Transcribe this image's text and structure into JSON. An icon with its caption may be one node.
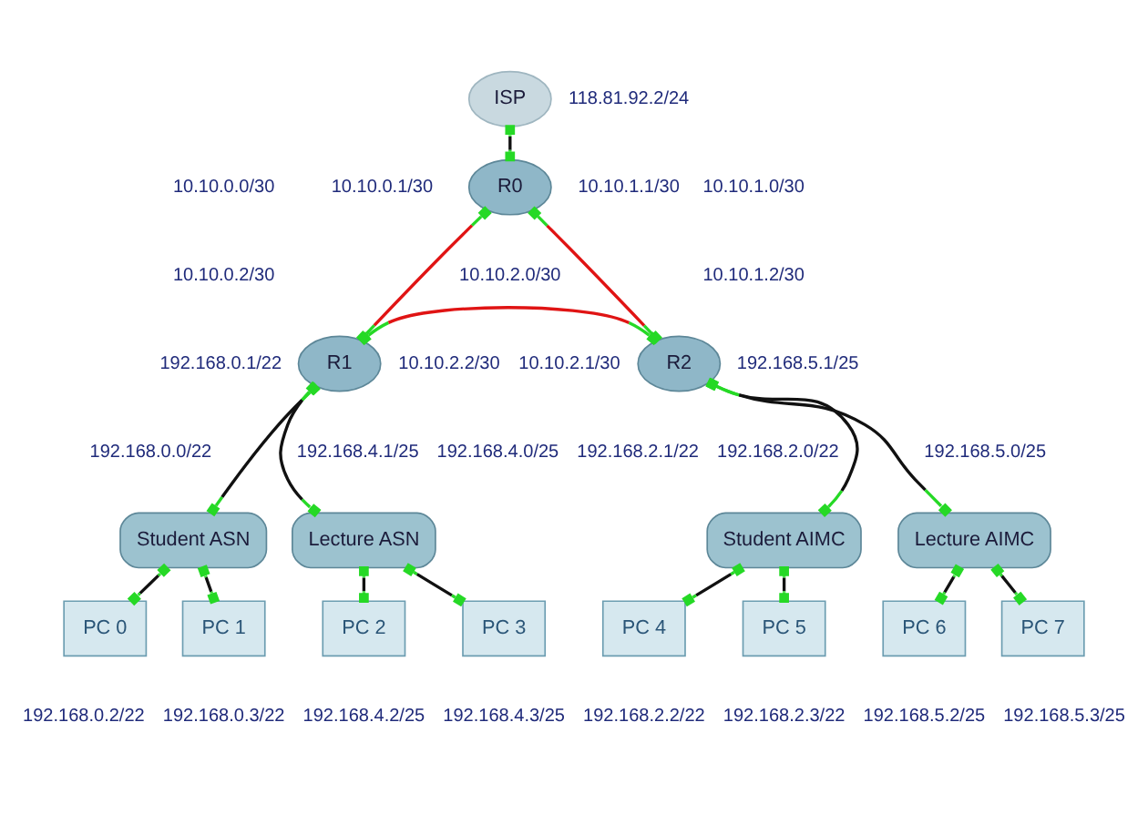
{
  "diagram": {
    "nodes": [
      {
        "text": [
          "ISP"
        ]
      },
      {
        "text": [
          "R0"
        ]
      },
      {
        "text": [
          "R1"
        ]
      },
      {
        "text": [
          "R2"
        ]
      },
      {
        "text": [
          "Student ASN"
        ]
      },
      {
        "text": [
          "Lecture ASN"
        ]
      },
      {
        "text": [
          "Student AIMC"
        ]
      },
      {
        "text": [
          "Lecture AIMC"
        ]
      },
      {
        "text": [
          "PC 0"
        ]
      },
      {
        "text": [
          "PC 1"
        ]
      },
      {
        "text": [
          "PC 2"
        ]
      },
      {
        "text": [
          "PC 3"
        ]
      },
      {
        "text": [
          "PC 4"
        ]
      },
      {
        "text": [
          "PC 5"
        ]
      },
      {
        "text": [
          "PC 6"
        ]
      },
      {
        "text": [
          "PC 7"
        ]
      }
    ],
    "edges": [
      {
        "from": 0,
        "to": 1,
        "arrow": "other"
      },
      {
        "from": 1,
        "to": 2,
        "arrow": "other",
        "color": "#e01414"
      },
      {
        "from": 1,
        "to": 3,
        "arrow": "other",
        "color": "#e01414"
      },
      {
        "from": 2,
        "to": 3,
        "arrow": "other",
        "color": "#e01414"
      },
      {
        "from": 2,
        "to": 4,
        "arrow": "other"
      },
      {
        "from": 2,
        "to": 5,
        "arrow": "other"
      },
      {
        "from": 3,
        "to": 6,
        "arrow": "other"
      },
      {
        "from": 3,
        "to": 7,
        "arrow": "other"
      },
      {
        "from": 4,
        "to": 8,
        "arrow": "other"
      },
      {
        "from": 4,
        "to": 9,
        "arrow": "other"
      },
      {
        "from": 5,
        "to": 10,
        "arrow": "other"
      },
      {
        "from": 5,
        "to": 11,
        "arrow": "other"
      },
      {
        "from": 6,
        "to": 12,
        "arrow": "other"
      },
      {
        "from": 6,
        "to": 13,
        "arrow": "other"
      },
      {
        "from": 7,
        "to": 14,
        "arrow": "other"
      },
      {
        "from": 7,
        "to": 15,
        "arrow": "other"
      }
    ],
    "labels": [
      "118.81.92.2/24",
      "10.10.0.0/30",
      "10.10.0.1/30",
      "10.10.1.1/30",
      "10.10.1.0/30",
      "10.10.0.2/30",
      "10.10.2.0/30",
      "10.10.1.2/30",
      "192.168.0.1/22",
      "10.10.2.2/30",
      "10.10.2.1/30",
      "192.168.5.1/25",
      "192.168.0.0/22",
      "192.168.4.1/25",
      "192.168.4.0/25",
      "192.168.2.1/22",
      "192.168.2.0/22",
      "192.168.5.0/25",
      "192.168.0.2/22",
      "192.168.0.3/22",
      "192.168.4.2/25",
      "192.168.4.3/25",
      "192.168.2.2/22",
      "192.168.2.3/22",
      "192.168.5.2/25",
      "192.168.5.3/25"
    ]
  }
}
